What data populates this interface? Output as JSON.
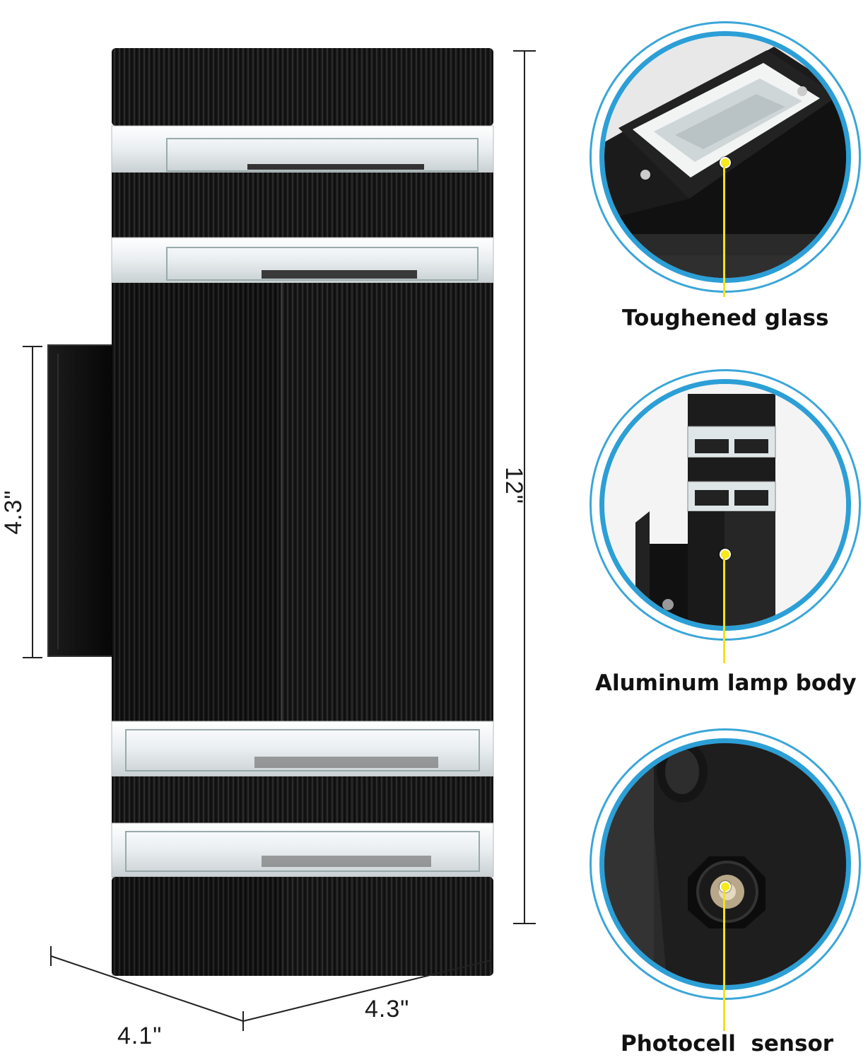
{
  "dimensions": {
    "height_total": "12\"",
    "backplate_height": "4.3\"",
    "width": "4.3\"",
    "depth": "4.1\""
  },
  "features": [
    {
      "label": "Toughened glass",
      "icon": "glass-cover-closeup"
    },
    {
      "label": "Aluminum lamp body",
      "icon": "lamp-body-closeup"
    },
    {
      "label": "Photocell  sensor",
      "icon": "photocell-closeup"
    }
  ],
  "colors": {
    "lamp_body": "#141414",
    "ring": "#2c9fd6",
    "pointer": "#f1e21a"
  }
}
